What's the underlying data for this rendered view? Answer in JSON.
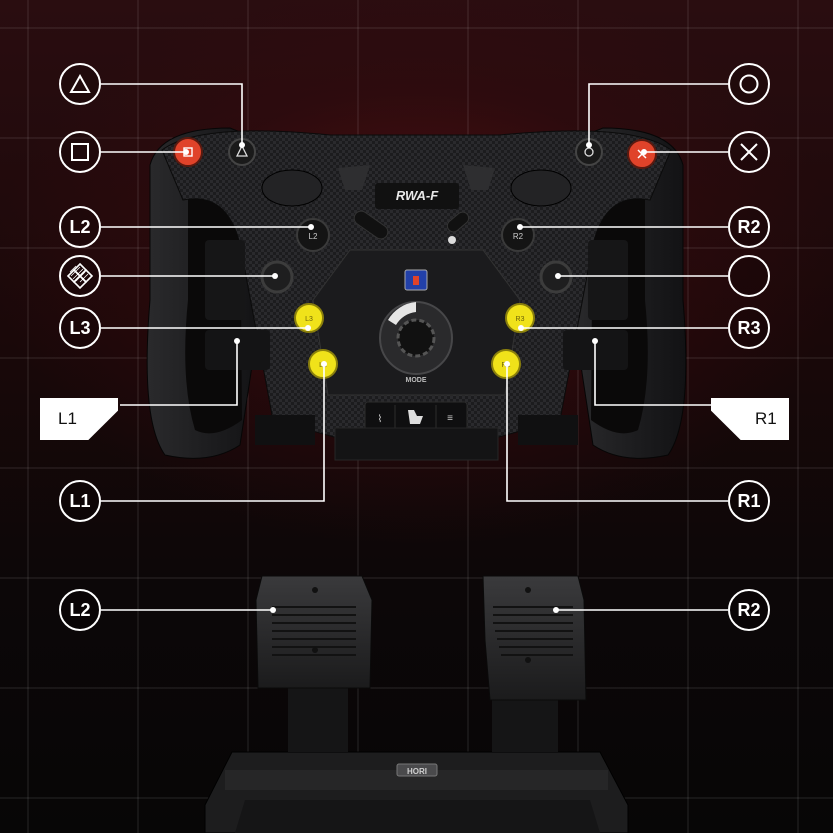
{
  "callouts": {
    "triangle": {
      "icon": "triangle-icon"
    },
    "square": {
      "icon": "square-icon"
    },
    "circle": {
      "icon": "circle-icon"
    },
    "cross": {
      "icon": "cross-icon"
    },
    "dpad": {
      "icon": "dpad-icon"
    },
    "l2_wheel": {
      "label": "L2"
    },
    "r2_wheel": {
      "label": "R2"
    },
    "l3": {
      "label": "L3"
    },
    "r3": {
      "label": "R3"
    },
    "l1_paddle": {
      "label": "L1"
    },
    "r1_paddle": {
      "label": "R1"
    },
    "l1_button": {
      "label": "L1"
    },
    "r1_button": {
      "label": "R1"
    },
    "l2_pedal": {
      "label": "L2"
    },
    "r2_pedal": {
      "label": "R2"
    }
  },
  "wheel": {
    "logo": "RWA-F",
    "mode_label": "MODE",
    "btn_l2": "L2",
    "btn_r2": "R2",
    "btn_l3": "L3",
    "btn_r3": "R3",
    "btn_l1": "L1",
    "btn_r1": "R1"
  },
  "pedals": {
    "brand": "HORI"
  },
  "colors": {
    "accent_red": "#e0432a",
    "button_yellow": "#f0e21a",
    "callout_white": "#ffffff"
  }
}
